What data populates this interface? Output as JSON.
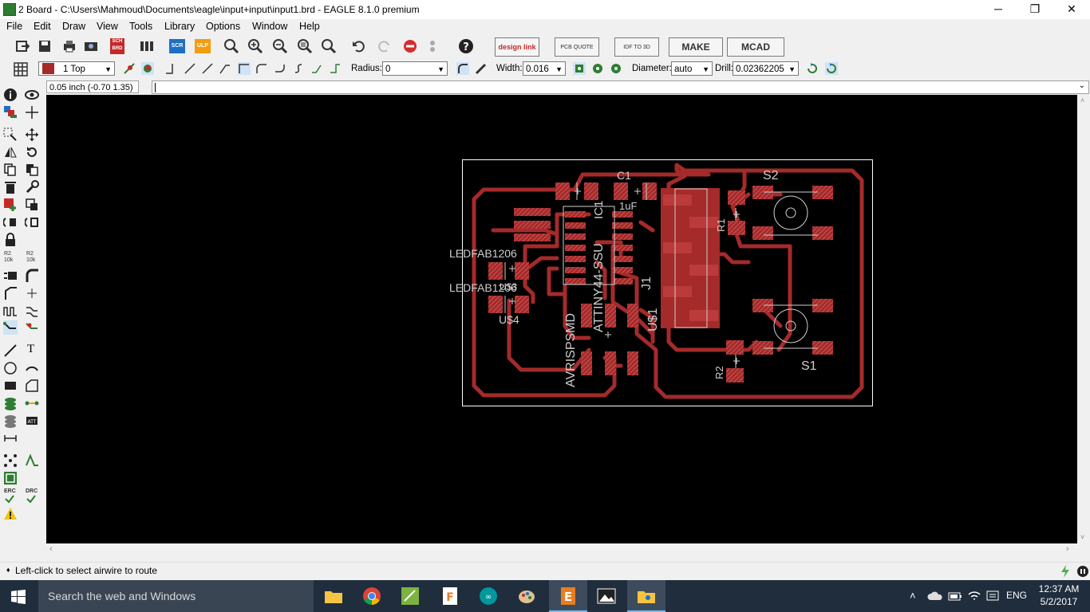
{
  "window": {
    "title": "2 Board - C:\\Users\\Mahmoud\\Documents\\eagle\\input+input\\input1.brd - EAGLE 8.1.0 premium",
    "minimize_glyph": "─",
    "maximize_glyph": "❐",
    "close_glyph": "✕"
  },
  "menu": [
    "File",
    "Edit",
    "Draw",
    "View",
    "Tools",
    "Library",
    "Options",
    "Window",
    "Help"
  ],
  "toolbar": {
    "design_link": "design link",
    "pcb_quote": "PCB QUOTE",
    "idf": "IDF TO 3D",
    "make": "MAKE",
    "mcad": "MCAD",
    "sch_label": "SCH BRD",
    "scr_label": "SCR",
    "ulp_label": "ULP"
  },
  "parameters": {
    "layer": "1 Top",
    "radius_label": "Radius:",
    "radius_value": "0",
    "width_label": "Width:",
    "width_value": "0.016",
    "diameter_label": "Diameter:",
    "diameter_value": "auto",
    "drill_label": "Drill:",
    "drill_value": "0.02362205"
  },
  "command": {
    "coordinates": "0.05 inch (-0.70 1.35)",
    "input_value": ""
  },
  "left_toolbar": {
    "r2_label": "R2",
    "r2_value": "10k",
    "erc": "ERC",
    "drc": "DRC",
    "text_tool": "T"
  },
  "board": {
    "labels": {
      "c1": "C1",
      "c1_value": "1uF",
      "s2": "S2",
      "s1": "S1",
      "r2": "R2",
      "r1": "R1",
      "u1_name": "ATTINY44-SSU",
      "u1_id": "IC1",
      "j1": "J1",
      "j1_value": "U$1",
      "avr": "AVRISPSMD",
      "led1": "LEDFAB1206",
      "led2": "LEDFAB1206",
      "u4": "U$4",
      "u3": "U$3"
    },
    "colors": {
      "background": "#000000",
      "copper": "#a52a2a",
      "silk": "#cfcfcf",
      "outline": "#ffffff"
    }
  },
  "status": {
    "message": "Left-click to select airwire to route",
    "bullet": "♦"
  },
  "taskbar": {
    "search_placeholder": "Search the web and Windows",
    "time": "12:37 AM",
    "date": "5/2/2017",
    "language": "ENG"
  }
}
